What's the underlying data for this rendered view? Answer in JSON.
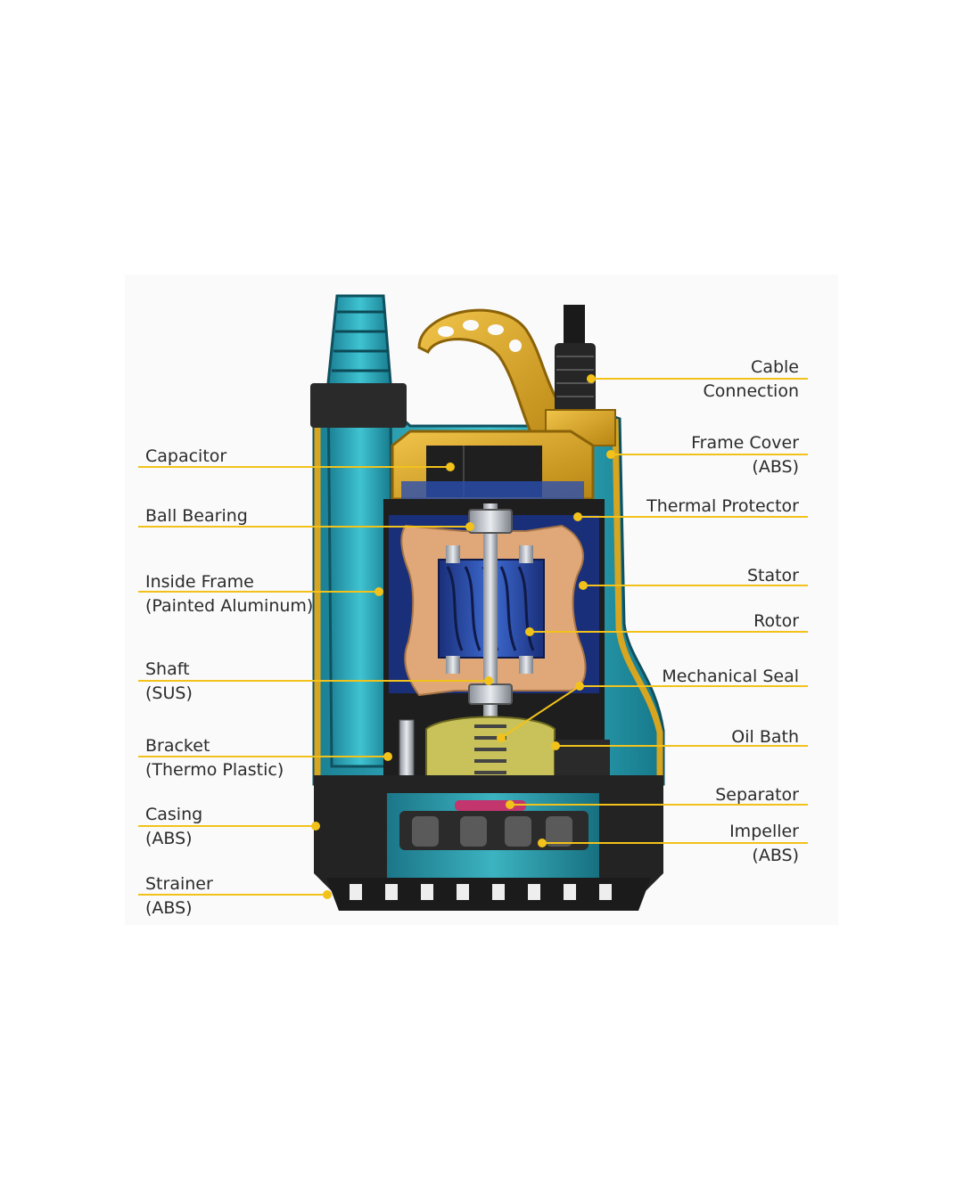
{
  "labels": {
    "left": [
      {
        "id": "capacitor",
        "lines": [
          "Capacitor"
        ]
      },
      {
        "id": "ball-bearing",
        "lines": [
          "Ball Bearing"
        ]
      },
      {
        "id": "inside-frame",
        "lines": [
          "Inside Frame",
          "(Painted Aluminum)"
        ]
      },
      {
        "id": "shaft",
        "lines": [
          "Shaft",
          "(SUS)"
        ]
      },
      {
        "id": "bracket",
        "lines": [
          "Bracket",
          "(Thermo Plastic)"
        ]
      },
      {
        "id": "casing",
        "lines": [
          "Casing",
          "(ABS)"
        ]
      },
      {
        "id": "strainer",
        "lines": [
          "Strainer",
          "(ABS)"
        ]
      }
    ],
    "right": [
      {
        "id": "cable-connection",
        "lines": [
          "Cable",
          "Connection"
        ]
      },
      {
        "id": "frame-cover",
        "lines": [
          "Frame Cover",
          "(ABS)"
        ]
      },
      {
        "id": "thermal-protector",
        "lines": [
          "Thermal Protector"
        ]
      },
      {
        "id": "stator",
        "lines": [
          "Stator"
        ]
      },
      {
        "id": "rotor",
        "lines": [
          "Rotor"
        ]
      },
      {
        "id": "mechanical-seal",
        "lines": [
          "Mechanical Seal"
        ]
      },
      {
        "id": "oil-bath",
        "lines": [
          "Oil Bath"
        ]
      },
      {
        "id": "separator",
        "lines": [
          "Separator"
        ]
      },
      {
        "id": "impeller",
        "lines": [
          "Impeller",
          "(ABS)"
        ]
      }
    ]
  },
  "colors": {
    "leader": "#f2c21b",
    "casing_teal": "#2aa7b8",
    "frame_gold": "#d8a520",
    "stator_tan": "#e0a878",
    "rotor_blue": "#2a4fb0",
    "dark": "#2a2a2a",
    "text": "#2b2b2b"
  }
}
